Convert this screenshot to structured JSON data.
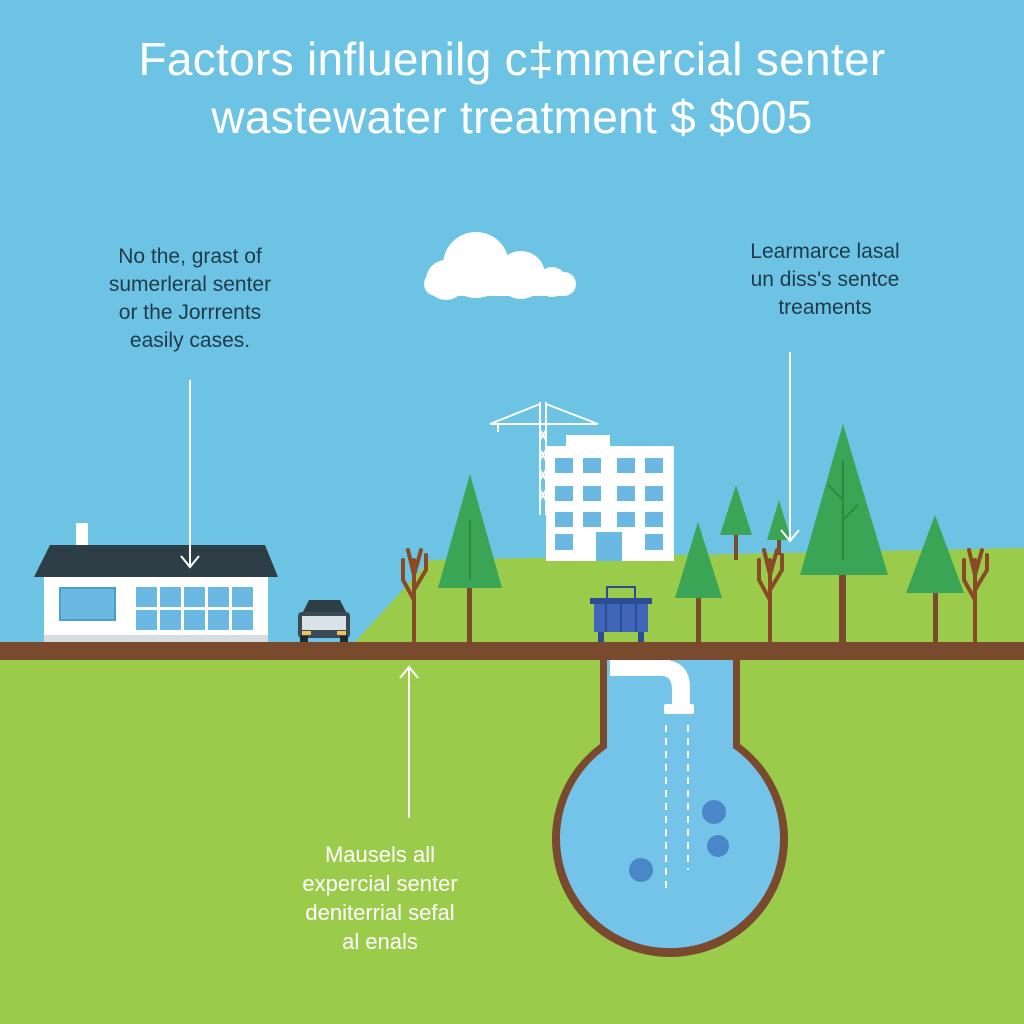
{
  "title": {
    "line1": "Factors influenilg c‡mmercial senter",
    "line2": "wastewater treatment $ $005"
  },
  "annotations": {
    "left": {
      "line1": "No the, grast of",
      "line2": "sumerleral senter",
      "line3": "or the Jorrrents",
      "line4": "easily cases."
    },
    "right": {
      "line1": "Learmarce lasal",
      "line2": "un diss's sentce",
      "line3": "treaments"
    },
    "bottom": {
      "line1": "Mausels all",
      "line2": "expercial senter",
      "line3": "deniterrial sefal",
      "line4": "al enals"
    }
  },
  "colors": {
    "sky": "#6cc3e4",
    "grass": "#9bcb4b",
    "ground_line": "#7a4a2e",
    "tank_water": "#74c3e8",
    "tree": "#3aa555",
    "building": "#ffffff",
    "window": "#6bb8e3"
  }
}
